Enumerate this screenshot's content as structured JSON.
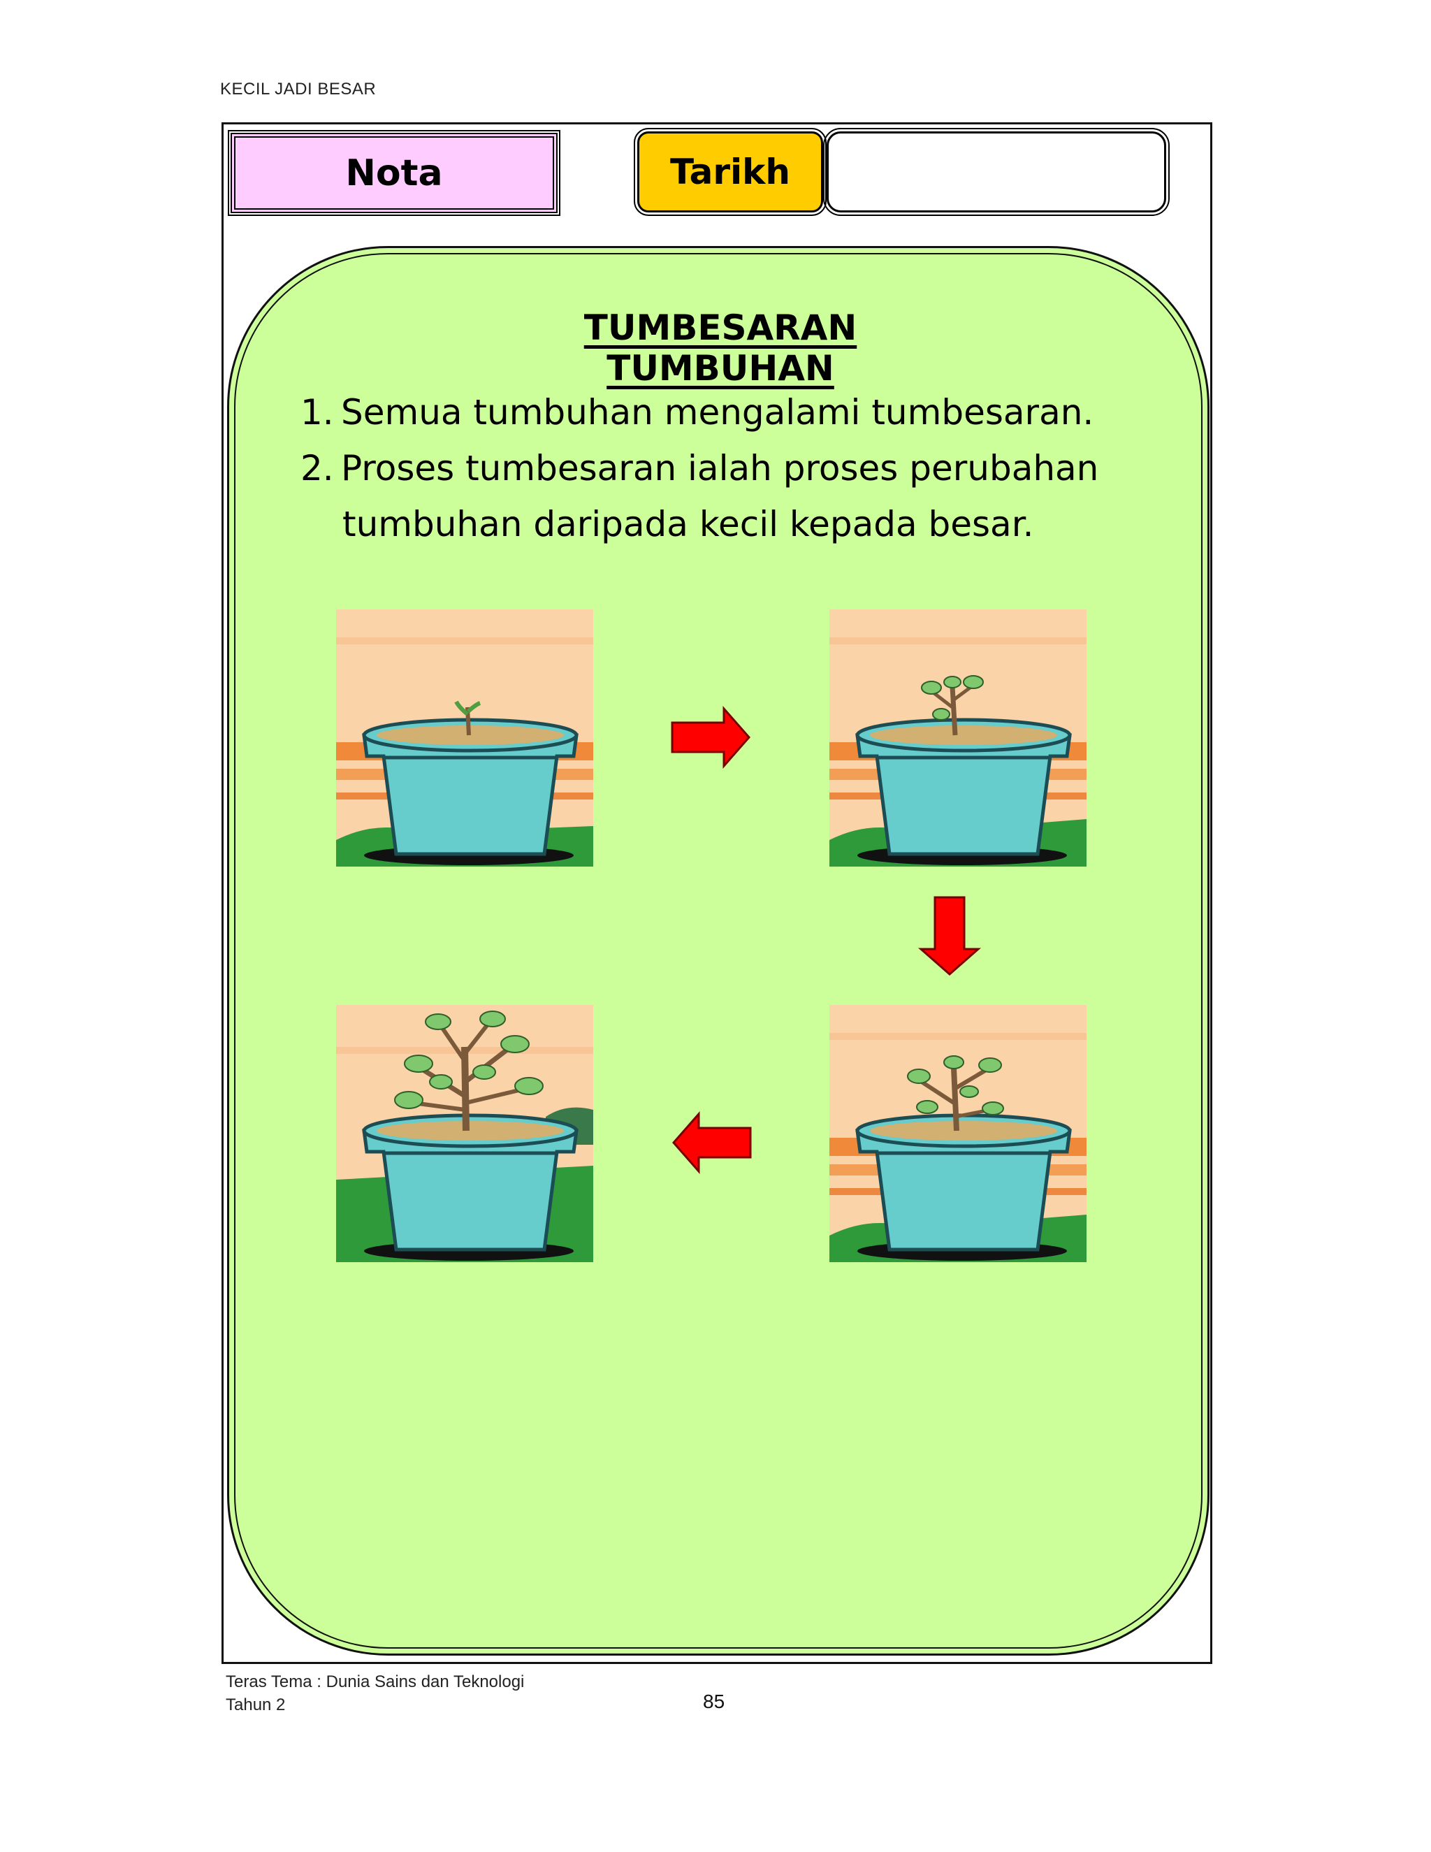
{
  "header": {
    "running_title": "KECIL JADI BESAR"
  },
  "labels": {
    "nota": "Nota",
    "tarikh": "Tarikh",
    "tarikh_value": ""
  },
  "note": {
    "title": "TUMBESARAN TUMBUHAN",
    "points": [
      {
        "number": "1.",
        "text": "Semua tumbuhan mengalami tumbesaran."
      },
      {
        "number": "2.",
        "text": "Proses tumbesaran ialah proses perubahan",
        "continuation": "tumbuhan daripada kecil kepada besar."
      }
    ]
  },
  "figure": {
    "stages": [
      "sprout",
      "young-plant",
      "growing-plant",
      "large-plant"
    ],
    "arrow_color": "#ff0000",
    "pot_color": "#66cccc"
  },
  "footer": {
    "line1": "Teras Tema : Dunia Sains dan Teknologi",
    "line2": "Tahun 2",
    "page_number": "85"
  },
  "colors": {
    "nota_bg": "#ffccff",
    "tarikh_bg": "#ffcc00",
    "panel_bg": "#ccff99"
  }
}
